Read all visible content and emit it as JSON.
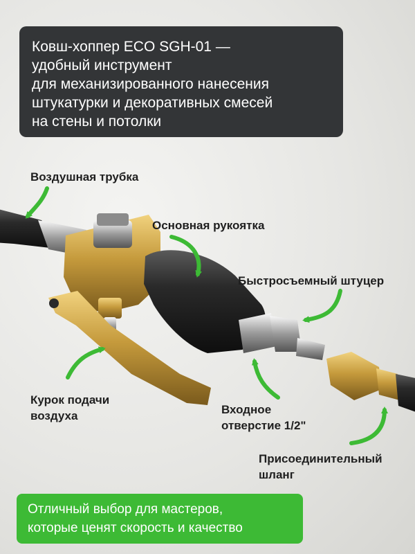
{
  "headline": {
    "lines": [
      "Ковш-хоппер ECO SGH-01 —",
      "удобный инструмент",
      "для механизированного нанесения",
      "штукатурки и декоративных смесей",
      "на стены и потолки"
    ]
  },
  "callouts": {
    "air_tube": "Воздушная трубка",
    "main_handle": "Основная рукоятка",
    "quick_coupler": "Быстросъемный штуцер",
    "air_trigger_line1": "Курок подачи",
    "air_trigger_line2": "воздуха",
    "inlet_line1": "Входное",
    "inlet_line2": "отверстие 1/2\"",
    "hose_line1": "Присоединительный",
    "hose_line2": "шланг"
  },
  "footer": {
    "lines": [
      "Отличный выбор для мастеров,",
      "которые ценят скорость и качество"
    ]
  },
  "colors": {
    "banner_dark": "#333537",
    "accent_green": "#3dba35",
    "text_dark": "#1f1f1f",
    "brass": "#c59a3c",
    "rubber_black": "#1a1a1a"
  }
}
